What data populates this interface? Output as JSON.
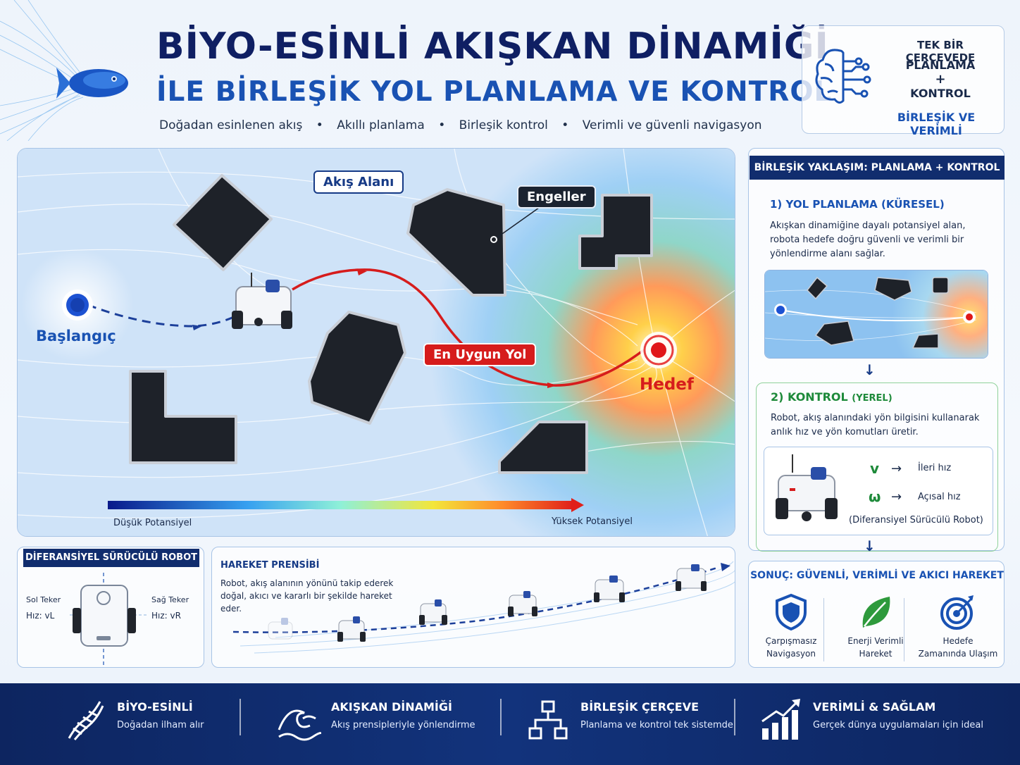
{
  "header": {
    "title_line1": "BİYO-ESİNLİ AKIŞKAN DİNAMİĞİ",
    "title_line2": "İLE BİRLEŞİK YOL PLANLAMA VE KONTROL",
    "subtitle_items": [
      "Doğadan esinlenen akış",
      "Akıllı planlama",
      "Birleşik kontrol",
      "Verimli ve güvenli navigasyon"
    ],
    "subtitle_separator": "•"
  },
  "top_card": {
    "line1": "TEK BİR ÇERÇEVEDE",
    "line2": "PLANLAMA",
    "line3": "+",
    "line4": "KONTROL",
    "line5": "BİRLEŞİK VE VERİMLİ",
    "icon": "brain-circuit-icon"
  },
  "map": {
    "flow_field_label": "Akış Alanı",
    "obstacles_label": "Engeller",
    "optimal_path_label": "En Uygun Yol",
    "start_label": "Başlangıç",
    "goal_label": "Hedef",
    "low_potential_label": "Düşük Potansiyel",
    "high_potential_label": "Yüksek Potansiyel",
    "colors": {
      "start": "#1952b3",
      "goal": "#d61c1c",
      "path": "#d61c1c",
      "obstacle": "#1e2229"
    }
  },
  "right_panel": {
    "header": "BİRLEŞİK YAKLAŞIM: PLANLAMA + KONTROL",
    "section1_title": "1) YOL PLANLAMA (KÜRESEL)",
    "section1_desc": "Akışkan dinamiğine dayalı potansiyel alan, robota hedefe doğru güvenli ve verimli bir yönlendirme alanı sağlar.",
    "section2_title": "2) KONTROL",
    "section2_title_suffix": "(YEREL)",
    "section2_desc": "Robot, akış alanındaki yön bilgisini kullanarak anlık hız ve yön komutları üretir.",
    "v_symbol": "v",
    "v_label": "İleri hız",
    "w_symbol": "ω",
    "w_label": "Açısal hız",
    "arrow": "→",
    "robot_caption": "(Diferansiyel Sürücülü Robot)"
  },
  "result": {
    "title": "SONUÇ: GÜVENLİ, VERİMLİ VE AKICI HAREKET",
    "items": [
      {
        "icon": "shield-icon",
        "line1": "Çarpışmasız",
        "line2": "Navigasyon"
      },
      {
        "icon": "leaf-icon",
        "line1": "Enerji Verimli",
        "line2": "Hareket"
      },
      {
        "icon": "target-icon",
        "line1": "Hedefe",
        "line2": "Zamanında Ulaşım"
      }
    ]
  },
  "diff_robot": {
    "title": "DİFERANSİYEL SÜRÜCÜLÜ ROBOT",
    "left_wheel": "Sol Teker",
    "left_speed": "Hız: vL",
    "right_wheel": "Sağ Teker",
    "right_speed": "Hız: vR"
  },
  "motion": {
    "title": "HAREKET PRENSİBİ",
    "desc": "Robot, akış alanının yönünü takip ederek doğal, akıcı ve kararlı bir şekilde hareket eder."
  },
  "footer": [
    {
      "icon": "dna-icon",
      "title": "BİYO-ESİNLİ",
      "desc": "Doğadan ilham alır"
    },
    {
      "icon": "wave-icon",
      "title": "AKIŞKAN DİNAMİĞİ",
      "desc": "Akış prensipleriyle yönlendirme"
    },
    {
      "icon": "hierarchy-icon",
      "title": "BİRLEŞİK ÇERÇEVE",
      "desc": "Planlama ve kontrol tek sistemde"
    },
    {
      "icon": "growth-chart-icon",
      "title": "VERİMLİ & SAĞLAM",
      "desc": "Gerçek dünya uygulamaları için ideal"
    }
  ]
}
